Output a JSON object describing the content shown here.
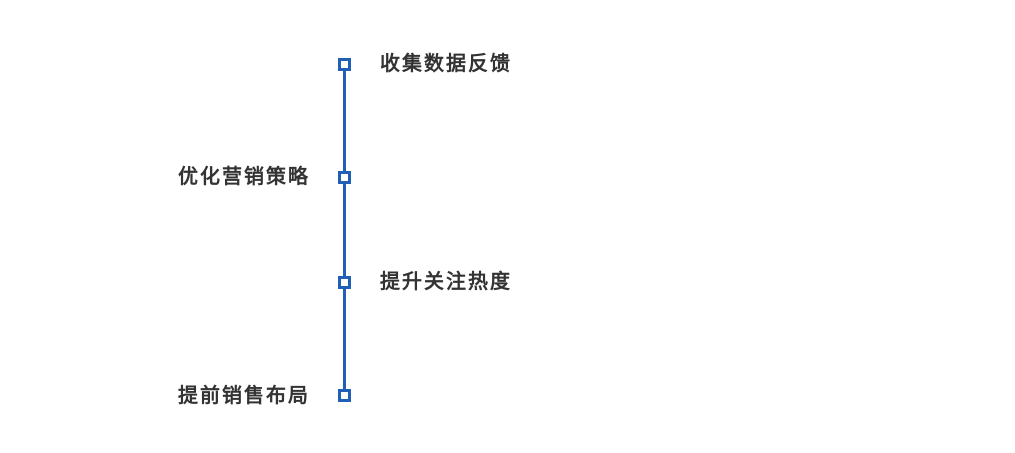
{
  "colors": {
    "line-color": "#1f5fb5",
    "text-color": "#333333"
  },
  "timeline": {
    "type": "vertical-timeline",
    "orientation": "vertical",
    "items": [
      {
        "label": "收集数据反馈",
        "side": "right"
      },
      {
        "label": "优化营销策略",
        "side": "left"
      },
      {
        "label": "提升关注热度",
        "side": "right"
      },
      {
        "label": "提前销售布局",
        "side": "left"
      }
    ]
  }
}
